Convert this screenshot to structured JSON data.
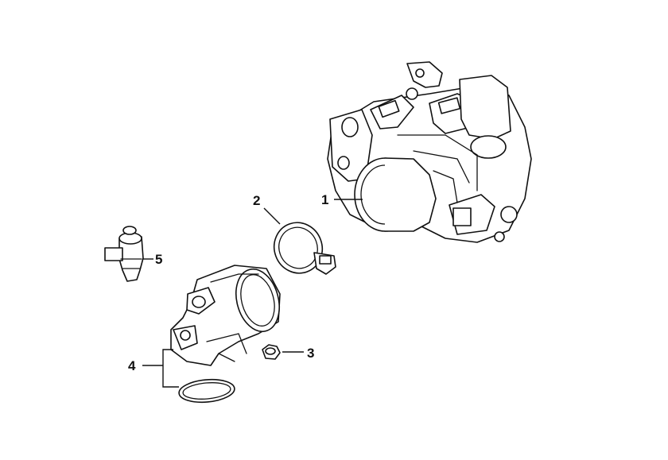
{
  "callouts": [
    {
      "id": "1",
      "label": "1",
      "part": "throttle-body"
    },
    {
      "id": "2",
      "label": "2",
      "part": "hose-clamp"
    },
    {
      "id": "3",
      "label": "3",
      "part": "nut"
    },
    {
      "id": "4",
      "label": "4",
      "part": "intake-manifold-and-o-ring"
    },
    {
      "id": "5",
      "label": "5",
      "part": "fuel-injector"
    }
  ]
}
